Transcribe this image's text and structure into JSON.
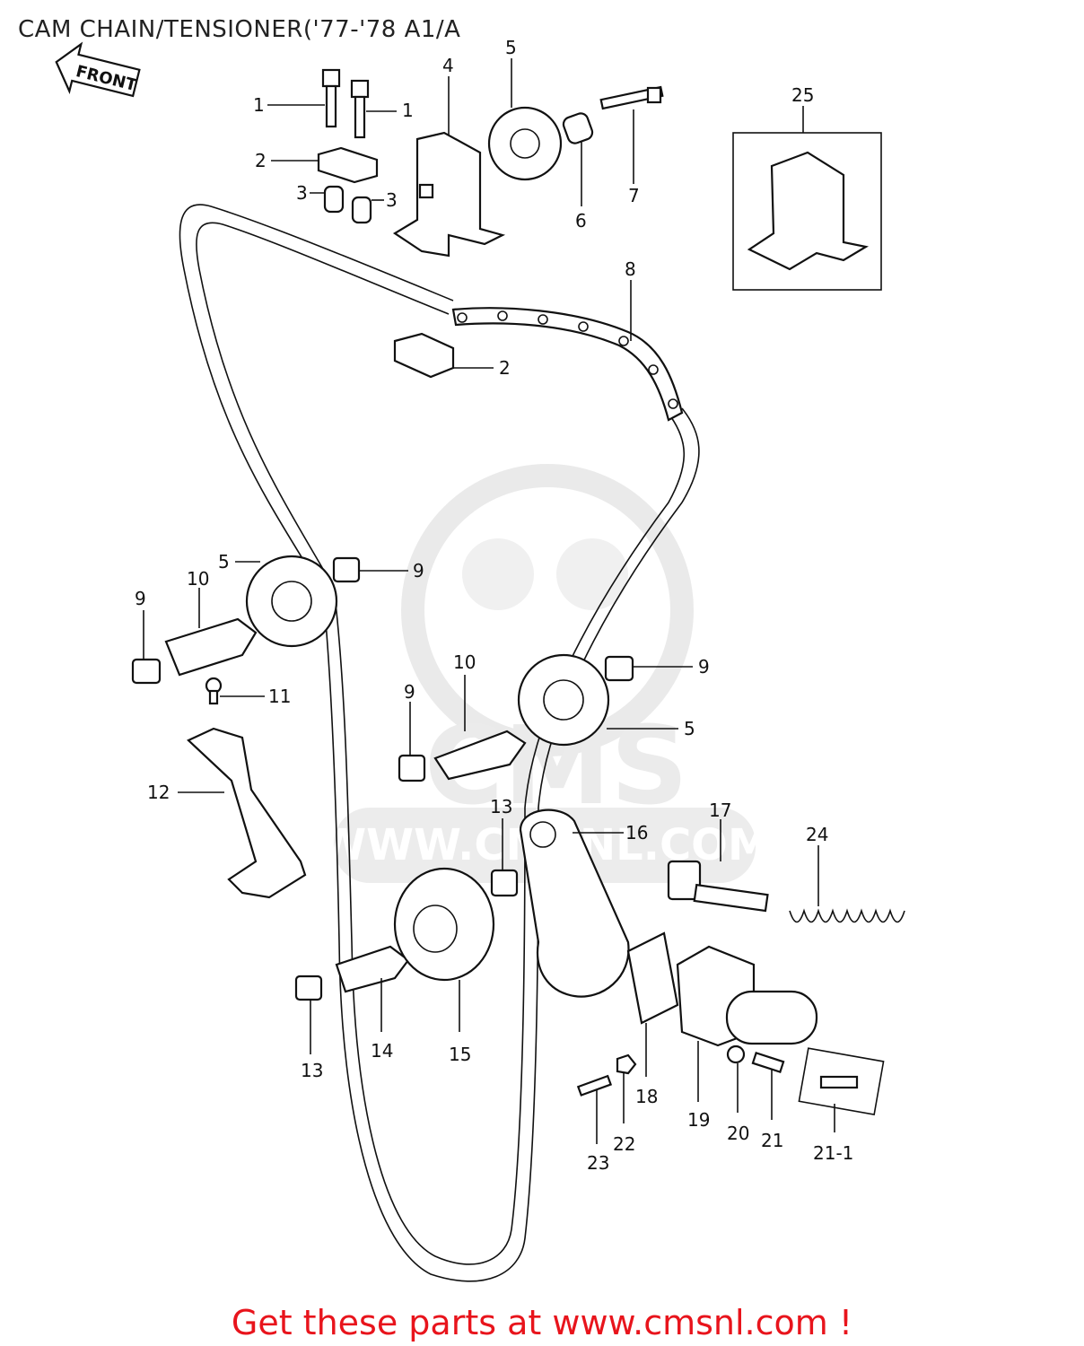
{
  "title": "CAM CHAIN/TENSIONER('77-'78 A1/A",
  "front_badge": "FRONT",
  "watermark": {
    "site": "WWW.CMSNL.COM",
    "brand": "CMS"
  },
  "footer": "Get these parts at www.cmsnl.com !",
  "colors": {
    "footer": "#e8141c",
    "line": "#111111",
    "watermark": "#d9d9d9"
  },
  "callouts": {
    "c1a": "1",
    "c1b": "1",
    "c2a": "2",
    "c2b": "2",
    "c3a": "3",
    "c3b": "3",
    "c4": "4",
    "c5a": "5",
    "c5b": "5",
    "c5c": "5",
    "c6": "6",
    "c7": "7",
    "c8": "8",
    "c9a": "9",
    "c9b": "9",
    "c9c": "9",
    "c9d": "9",
    "c10a": "10",
    "c10b": "10",
    "c11": "11",
    "c12": "12",
    "c13a": "13",
    "c13b": "13",
    "c14": "14",
    "c15": "15",
    "c16": "16",
    "c17": "17",
    "c18": "18",
    "c19": "19",
    "c20": "20",
    "c21": "21",
    "c21_1": "21-1",
    "c22": "22",
    "c23": "23",
    "c24": "24",
    "c25": "25"
  }
}
